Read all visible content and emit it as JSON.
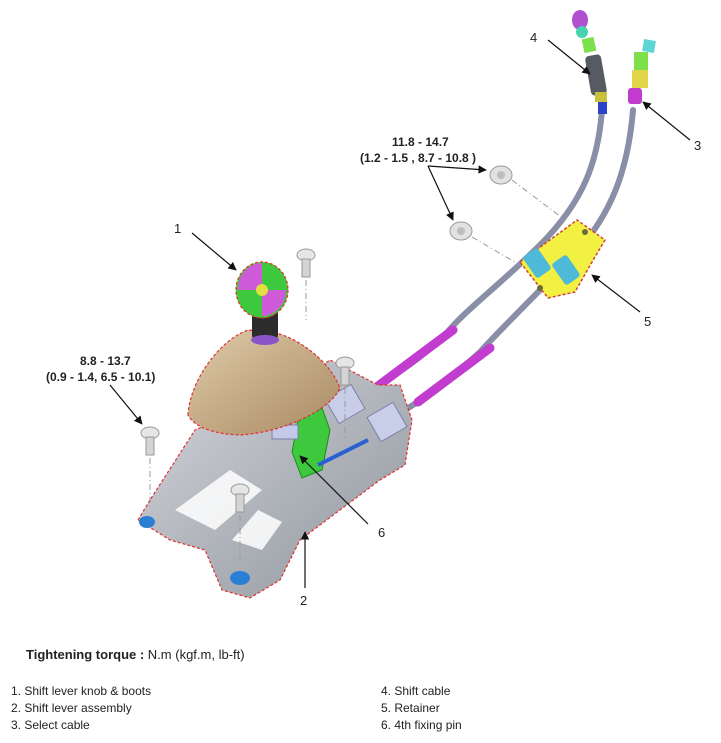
{
  "callouts": {
    "c1": "1",
    "c2": "2",
    "c3": "3",
    "c4": "4",
    "c5": "5",
    "c6": "6"
  },
  "torque_specs": {
    "upper": {
      "line1": "11.8 - 14.7",
      "line2": "(1.2 - 1.5 , 8.7 - 10.8 )"
    },
    "lower": {
      "line1": "8.8 - 13.7",
      "line2": "(0.9 - 1.4, 6.5 - 10.1)"
    }
  },
  "legend": {
    "title_bold": "Tightening torque :",
    "title_rest": " N.m (kgf.m, lb-ft)",
    "left_items": [
      "1. Shift lever knob & boots",
      "2. Shift lever assembly",
      "3. Select cable"
    ],
    "right_items": [
      "4. Shift cable",
      "5. Retainer",
      "6. 4th fixing pin"
    ]
  },
  "colors": {
    "outline_dashed": "#e03030",
    "cable_gray": "#8a8fa8",
    "cable_magenta": "#c23ccf",
    "retainer_yellow": "#f2f040",
    "boot_tan": "#c9ae8a",
    "body_gray": "#b4b8bf",
    "pin_green": "#3dc83d"
  }
}
